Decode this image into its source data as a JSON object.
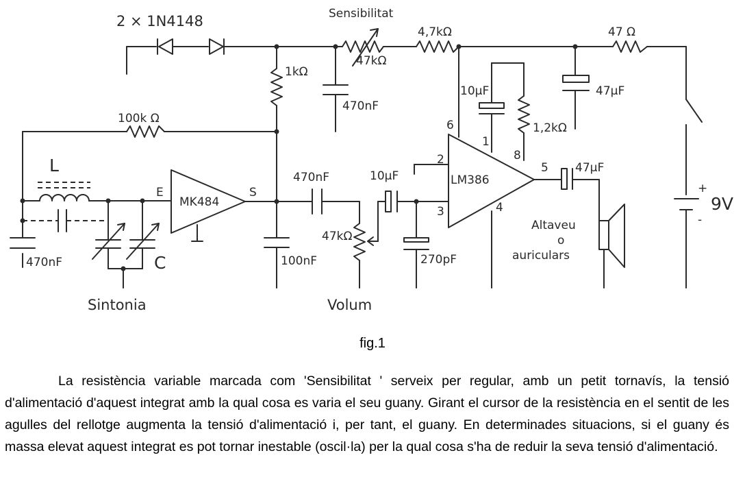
{
  "schematic": {
    "diodes": "2 × 1N4148",
    "sensibilitat": "Sensibilitat",
    "r_sens": "47kΩ",
    "r_4k7": "4,7kΩ",
    "r_47": "47 Ω",
    "r_1k": "1kΩ",
    "c_470n_top": "470nF",
    "r_100k": "100k Ω",
    "c_10u_a": "10µF",
    "pin6": "6",
    "pin1": "1",
    "pin8": "8",
    "pin2": "2",
    "pin3": "3",
    "pin4": "4",
    "pin5": "5",
    "r_1k2": "1,2kΩ",
    "c_47u_top": "47µF",
    "inductor": "L",
    "pin_e": "E",
    "chip_mk": "MK484",
    "pin_s": "S",
    "c_470n_mid": "470nF",
    "c_10u_b": "10µF",
    "chip_lm": "LM386",
    "c_47u_out": "47µF",
    "battery": "9V",
    "plus": "+",
    "minus": "-",
    "c_470n_left": "470nF",
    "var_c": "C",
    "c_100n": "100nF",
    "r_volum": "47kΩ",
    "c_270p": "270pF",
    "speaker_l1": "Altaveu",
    "speaker_l2": "o",
    "speaker_l3": "auriculars",
    "sintonia": "Sintonia",
    "volum": "Volum"
  },
  "caption": "fig.1",
  "paragraph": "La resistència variable marcada com  'Sensibilitat ' serveix per regular, amb un petit tornavís, la tensió d'alimentació d'aquest integrat amb la qual cosa es varia el seu guany. Girant el cursor de la resistència en el sentit de les agulles del rellotge augmenta la tensió d'alimentació i, per tant, el guany. En determinades situacions, si el guany és massa elevat aquest integrat es pot tornar inestable (oscil·la) per la qual cosa s'ha de reduir la seva tensió d'alimentació."
}
